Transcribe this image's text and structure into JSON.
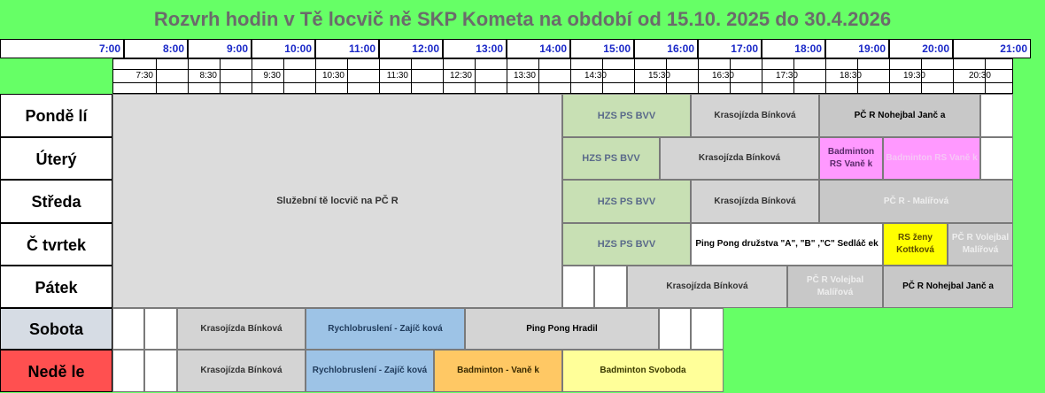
{
  "title": "Rozvrh hodin v Tě locvič ně  SKP Kometa na období od 15.10. 2025 do 30.4.2026",
  "hours": [
    "7:00",
    "8:00",
    "9:00",
    "10:00",
    "11:00",
    "12:00",
    "13:00",
    "14:00",
    "15:00",
    "16:00",
    "17:00",
    "18:00",
    "19:00",
    "20:00",
    "21:00"
  ],
  "half_hours": [
    "7:30",
    "8:30",
    "9:30",
    "10:30",
    "11:30",
    "12:30",
    "13:30",
    "14:30",
    "15:30",
    "16:30",
    "17:30",
    "18:30",
    "19:30",
    "20:30"
  ],
  "days": [
    "Pondě lí",
    "Úterý",
    "Středa",
    "Č tvrtek",
    "Pátek",
    "Sobota",
    "Nedě le"
  ],
  "blocks": {
    "service": "Služební tě locvič na PČ R",
    "hzs": "HZS PS BVV",
    "krasojizda": "Krasojízda Bínková",
    "mon_nohejbal": "PČ R Nohejbal Janč a",
    "tue_badminton_vanek": "Badminton RS Vaně k",
    "tue_badminton_rs": "Badminton RS Vaně k",
    "wed_pcr_malirova": "PČ R - Malířová",
    "thu_pingpong": "Ping Pong družstva \"A\", \"B\" ,\"C\"  Sedláč ek",
    "thu_rs_zeny": "RS ženy Kottková",
    "thu_pcr_volejbal": "PČ R Volejbal Malířová",
    "fri_pcr_volejbal": "PČ R Volejbal Malířová",
    "fri_nohejbal": "PČ R Nohejbal Janč a",
    "sat_rychlobrusleni": "Rychlobruslení - Zajíč ková",
    "sat_pingpong": "Ping Pong Hradil",
    "sun_rychlobrusleni": "Rychlobruslení - Zajíč ková",
    "sun_badminton_vanek": "Badminton - Vaně k",
    "sun_badminton_svoboda": "Badminton Svoboda"
  },
  "colors": {
    "background": "#66ff66",
    "title": "#6b6b6b",
    "hour_text": "#1a28c8",
    "service": "#dcdcdc",
    "hzs": "#c8e0b4",
    "krasojizda": "#d4d4d4",
    "pcr": "#c8c8c8",
    "badminton_pink": "#ff99ff",
    "rs_zeny": "#ffff00",
    "rychlobrusleni": "#9dc3e6",
    "badminton_orange": "#ffc864",
    "badminton_yellow": "#ffff99",
    "saturday": "#d6dce4",
    "sunday": "#ff5050"
  }
}
